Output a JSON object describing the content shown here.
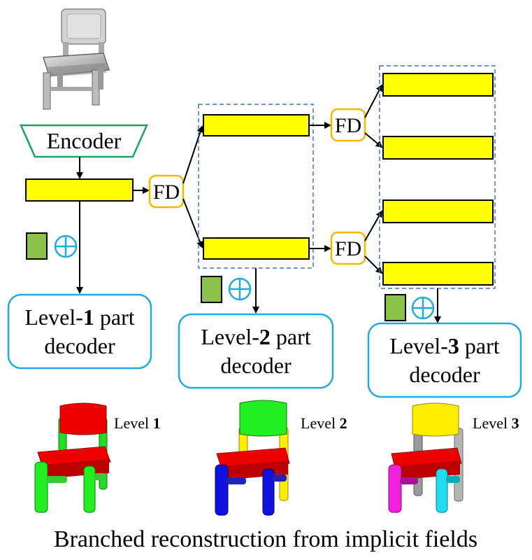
{
  "encoder": {
    "label": "Encoder"
  },
  "fd": {
    "label": "FD"
  },
  "decoders": [
    {
      "prefix": "Level-",
      "level": "1",
      "suffix": " part",
      "line2": "decoder"
    },
    {
      "prefix": "Level-",
      "level": "2",
      "suffix": " part",
      "line2": "decoder"
    },
    {
      "prefix": "Level-",
      "level": "3",
      "suffix": " part",
      "line2": "decoder"
    }
  ],
  "results": [
    {
      "prefix": "Level ",
      "level": "1"
    },
    {
      "prefix": "Level ",
      "level": "2"
    },
    {
      "prefix": "Level ",
      "level": "3"
    }
  ],
  "caption": "Branched reconstruction from implicit fields",
  "icons": {
    "plus": "circled-plus-icon",
    "vector": "green-latent-vector-icon",
    "chair": "chair-model-icon"
  },
  "colors": {
    "feature": "#ffff00",
    "fd_border": "#f5b800",
    "encoder_border": "#1aa260",
    "decoder_border": "#21a9e1",
    "dashed": "#4472c4",
    "vector": "#8bc34a",
    "plus": "#21a9e1",
    "red": "#ee0000",
    "green": "#22ee22",
    "blue": "#1111dd",
    "yellow": "#ffee00",
    "magenta": "#ee22dd",
    "cyan": "#22ddee",
    "gray": "#9a9a9a"
  }
}
